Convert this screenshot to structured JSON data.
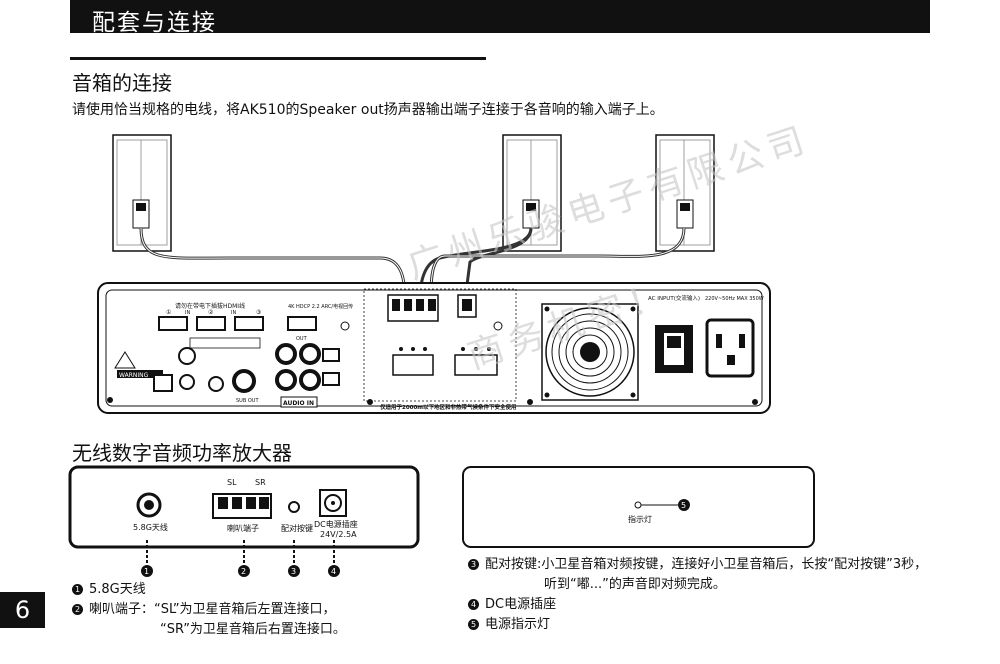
{
  "header": {
    "title": "配套与连接"
  },
  "section1": {
    "title": "音箱的连接",
    "intro": "请使用恰当规格的电线，将AK510的Speaker out扬声器输出端子连接于各音响的输入端子上。"
  },
  "amp_panel": {
    "label_hdmi": "请勿在带电下插拔HDMI线",
    "hdmi_ports": [
      "①",
      "②",
      "③"
    ],
    "hdmi_in": "IN",
    "hdmi_out": "OUT",
    "hdmi_spec": "4K HDCP 2.2 ARC/电视回传",
    "warning": "WARNING",
    "sub_out": "SUB OUT",
    "audio_in": "AUDIO IN",
    "ac_input": "AC INPUT(交流输入)",
    "ac_spec": "220V~50Hz MAX 350W",
    "bottom_note": "仅适用于2000m以下地区和非热带气候条件下安全使用"
  },
  "watermark": {
    "line1": "广州乐骏电子有限公司",
    "line2": "商务机密！"
  },
  "section2": {
    "title": "无线数字音频功率放大器"
  },
  "rx_left": {
    "sl": "SL",
    "sr": "SR",
    "antenna": "5.8G天线",
    "speaker": "喇叭端子",
    "pair": "配对按键",
    "dc": "DC电源插座",
    "dc_spec": "24V/2.5A"
  },
  "rx_right": {
    "indicator": "指示灯"
  },
  "callouts": [
    "1",
    "2",
    "3",
    "4",
    "5"
  ],
  "notes_left": [
    {
      "n": "1",
      "text": "5.8G天线"
    },
    {
      "n": "2",
      "text": "喇叭端子：“SL”为卫星音箱后左置连接口，"
    },
    {
      "n": "",
      "text": "“SR”为卫星音箱后右置连接口。"
    }
  ],
  "notes_right": [
    {
      "n": "3",
      "text": "配对按键:小卫星音箱对频按键，连接好小卫星音箱后，长按“配对按键”3秒，"
    },
    {
      "n": "",
      "text": "听到“嘟...”的声音即对频完成。"
    },
    {
      "n": "4",
      "text": "DC电源插座"
    },
    {
      "n": "5",
      "text": "电源指示灯"
    }
  ],
  "page": {
    "number": "6"
  }
}
